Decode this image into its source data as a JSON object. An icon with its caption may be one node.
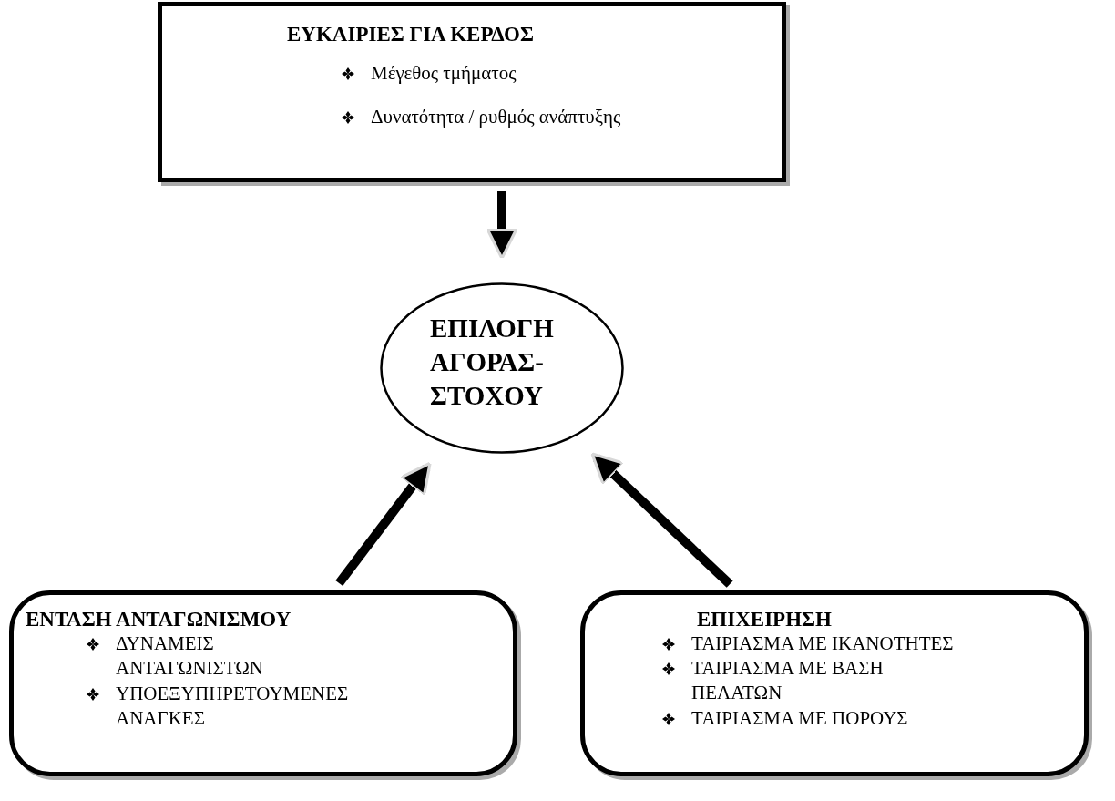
{
  "diagram": {
    "nodes": [
      {
        "text": [
          "ΕΥΚΑΙΡΙΕΣ  ΓΙΑ ΚΕΡΔΟΣ",
          "Μέγεθος τμήματος",
          "Δυνατότητα / ρυθμός ανάπτυξης"
        ]
      },
      {
        "text": [
          "ΕΠΙΛΟΓΗ ΑΓΟΡΑΣ- ΣΤΟΧΟΥ"
        ]
      },
      {
        "text": [
          "ΕΝΤΑΣΗ ΑΝΤΑΓΩΝΙΣΜΟΥ",
          "ΔΥΝΑΜΕΙΣ ΑΝΤΑΓΩΝΙΣΤΩΝ",
          "ΥΠΟΕΞΥΠΗΡΕΤΟΥΜΕΝΕΣ ΑΝΑΓΚΕΣ"
        ]
      },
      {
        "text": [
          "ΕΠΙΧΕΙΡΗΣΗ",
          "ΤΑΙΡΙΑΣΜΑ ΜΕ ΙΚΑΝΟΤΗΤΕΣ",
          "ΤΑΙΡΙΑΣΜΑ ΜΕ ΒΑΣΗ ΠΕΛΑΤΩΝ",
          "ΤΑΙΡΙΑΣΜΑ ΜΕ ΠΟΡΟΥΣ"
        ]
      }
    ],
    "edges": [
      {
        "from": 0,
        "to": 1,
        "arrow": "to"
      },
      {
        "from": 2,
        "to": 1,
        "arrow": "to"
      },
      {
        "from": 3,
        "to": 1,
        "arrow": "to"
      }
    ]
  }
}
